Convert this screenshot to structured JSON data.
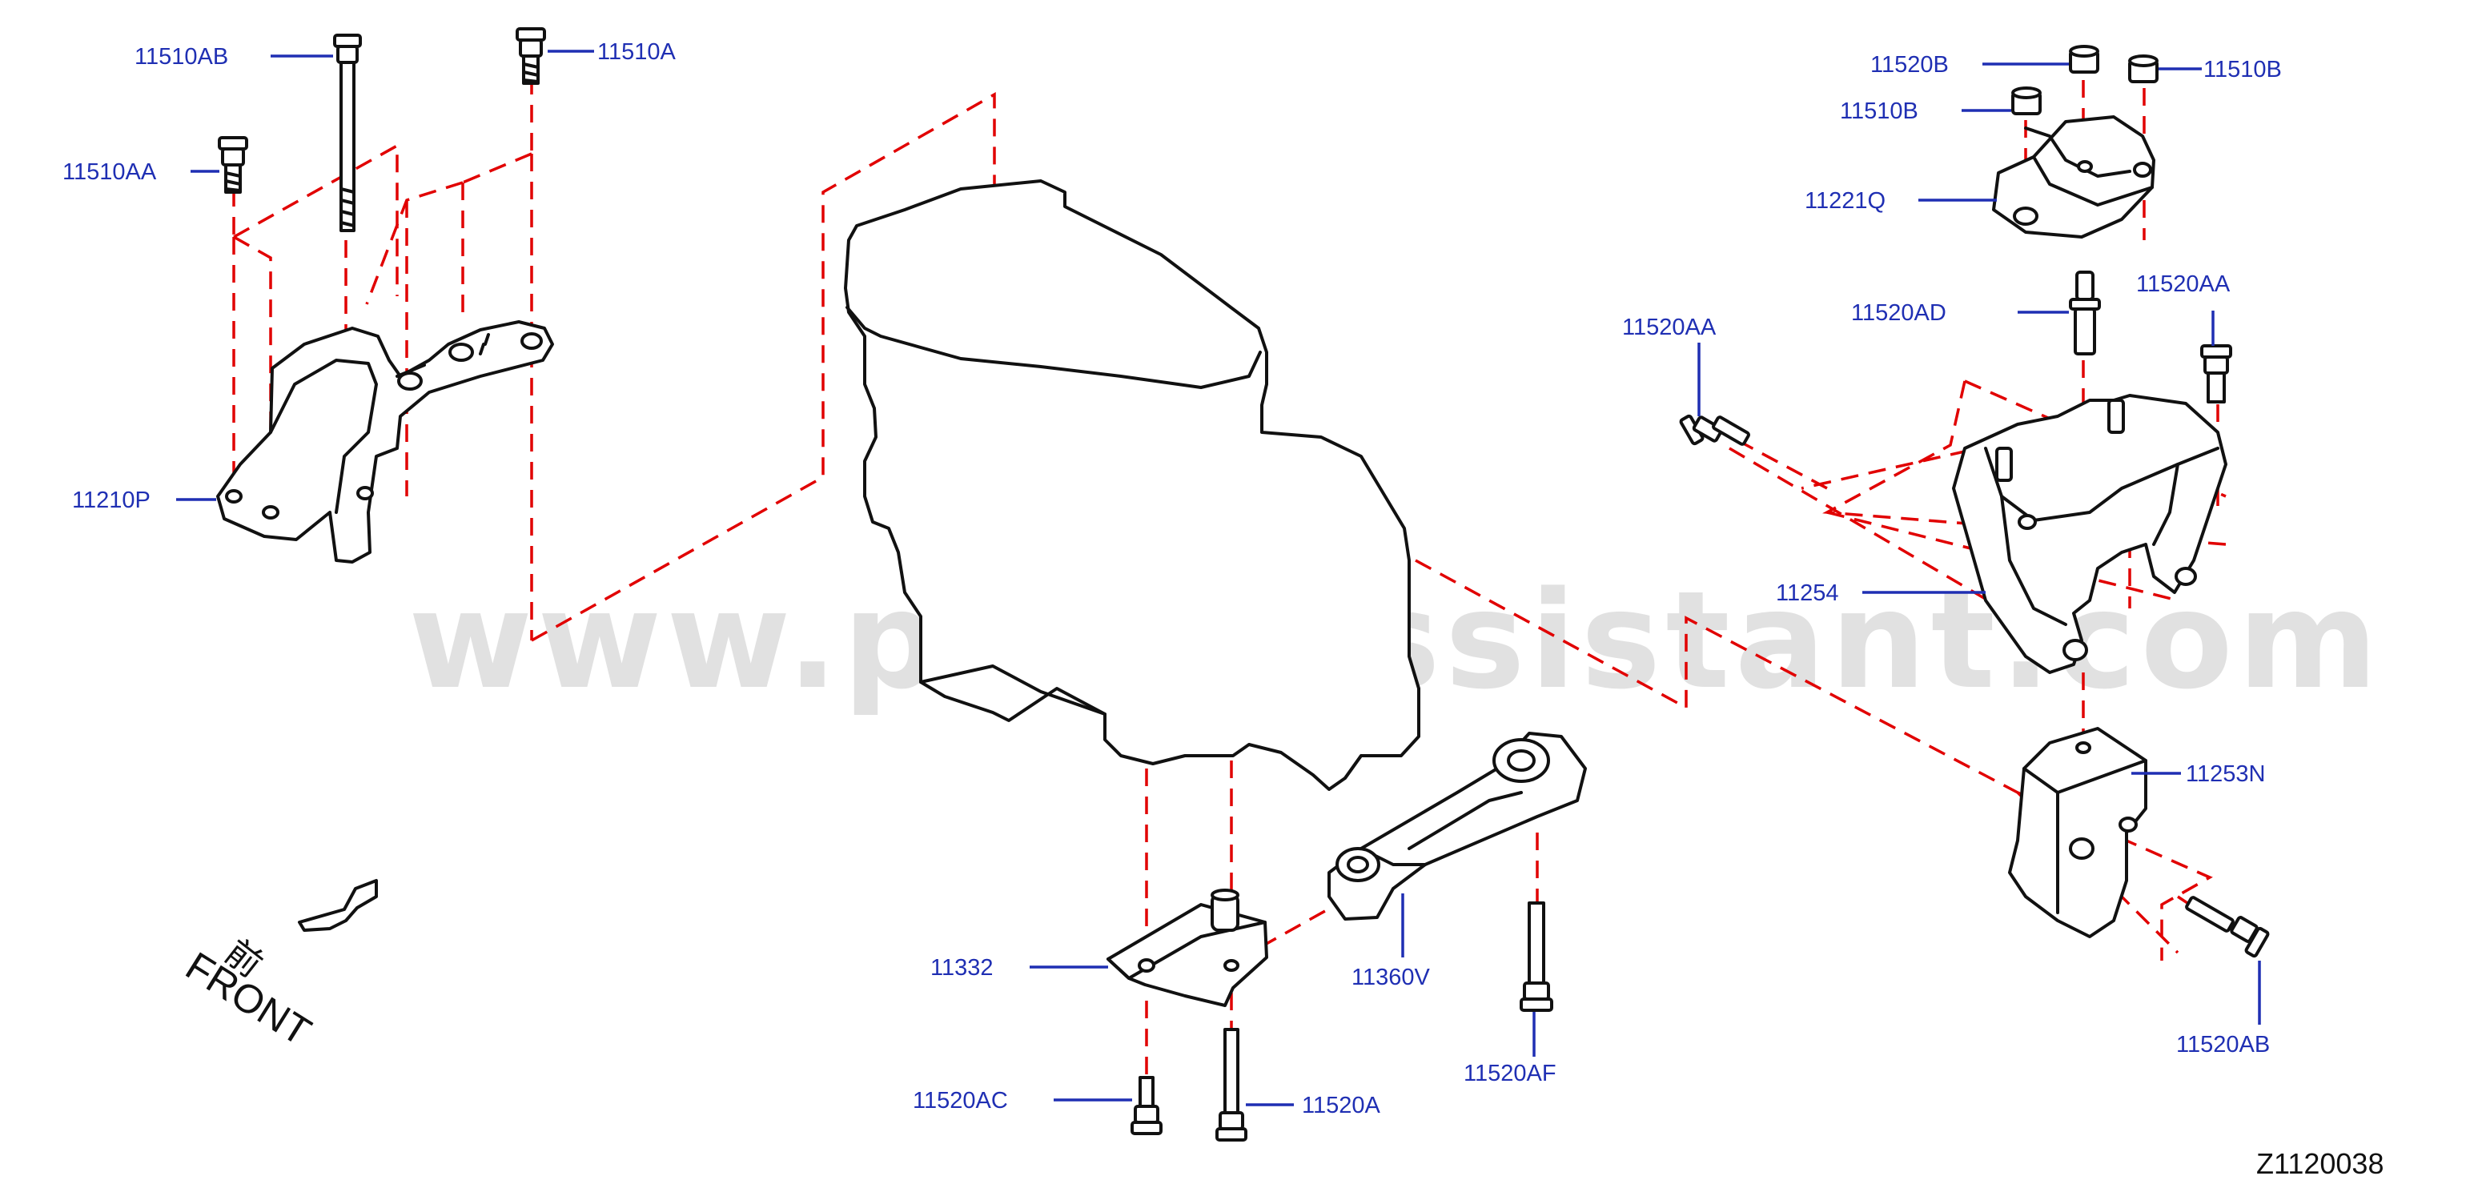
{
  "diagram_id": "Z1120038",
  "watermark": "www.partsassistant.com",
  "front_label": "FRONT",
  "front_kanji": "前",
  "part_labels": {
    "p11510AB": "11510AB",
    "p11510A": "11510A",
    "p11510AA": "11510AA",
    "p11210P": "11210P",
    "p11520B": "11520B",
    "p11510B_left": "11510B",
    "p11510B_right": "11510B",
    "p11221Q": "11221Q",
    "p11520AD": "11520AD",
    "p11520AA_left": "11520AA",
    "p11520AA_right": "11520AA",
    "p11254": "11254",
    "p11253N": "11253N",
    "p11520AB": "11520AB",
    "p11332": "11332",
    "p11360V": "11360V",
    "p11520AF": "11520AF",
    "p11520AC": "11520AC",
    "p11520A": "11520A"
  }
}
